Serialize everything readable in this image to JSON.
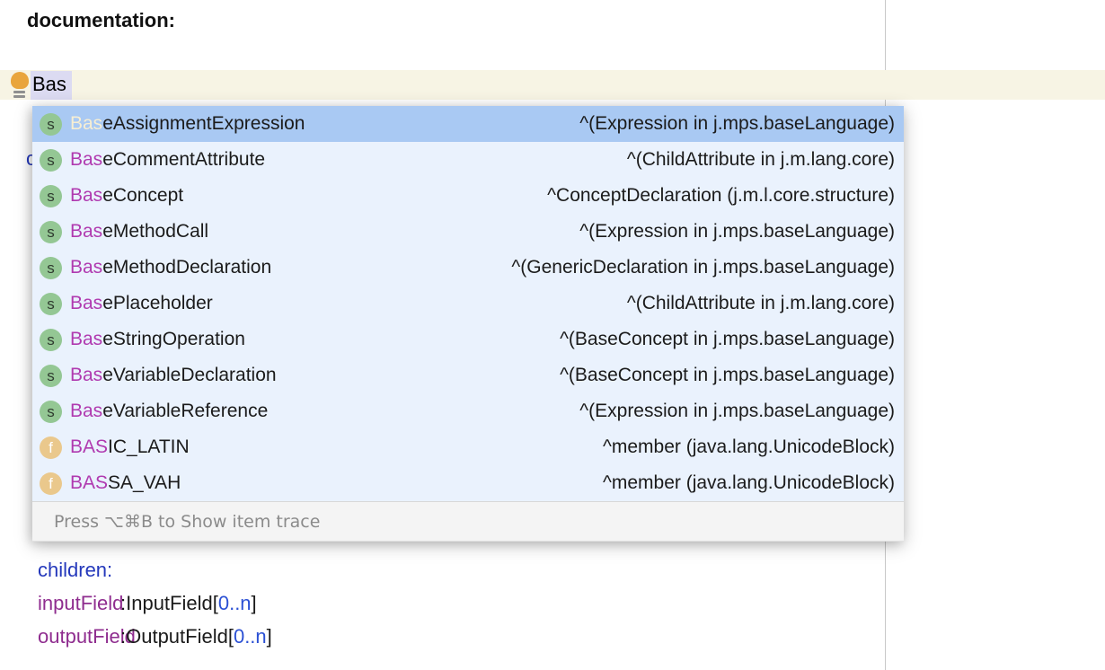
{
  "editor": {
    "documentation_label": "documentation:",
    "typed_text": "Bas",
    "partially_hidden_text": "c",
    "children_label": "children:",
    "fields": [
      {
        "name": "inputField",
        "sep": ":InputField[",
        "cardinality": "0..n",
        "close": "]"
      },
      {
        "name": "outputField",
        "sep": ":OutputField[",
        "cardinality": "0..n",
        "close": "]"
      }
    ]
  },
  "completion": {
    "items": [
      {
        "icon_letter": "s",
        "match": "Bas",
        "rest": "eAssignmentExpression",
        "description": "^(Expression in j.mps.baseLanguage)",
        "selected": true
      },
      {
        "icon_letter": "s",
        "match": "Bas",
        "rest": "eCommentAttribute",
        "description": "^(ChildAttribute in j.m.lang.core)",
        "selected": false
      },
      {
        "icon_letter": "s",
        "match": "Bas",
        "rest": "eConcept",
        "description": "^ConceptDeclaration (j.m.l.core.structure)",
        "selected": false
      },
      {
        "icon_letter": "s",
        "match": "Bas",
        "rest": "eMethodCall",
        "description": "^(Expression in j.mps.baseLanguage)",
        "selected": false
      },
      {
        "icon_letter": "s",
        "match": "Bas",
        "rest": "eMethodDeclaration",
        "description": "^(GenericDeclaration in j.mps.baseLanguage)",
        "selected": false
      },
      {
        "icon_letter": "s",
        "match": "Bas",
        "rest": "ePlaceholder",
        "description": "^(ChildAttribute in j.m.lang.core)",
        "selected": false
      },
      {
        "icon_letter": "s",
        "match": "Bas",
        "rest": "eStringOperation",
        "description": "^(BaseConcept in j.mps.baseLanguage)",
        "selected": false
      },
      {
        "icon_letter": "s",
        "match": "Bas",
        "rest": "eVariableDeclaration",
        "description": "^(BaseConcept in j.mps.baseLanguage)",
        "selected": false
      },
      {
        "icon_letter": "s",
        "match": "Bas",
        "rest": "eVariableReference",
        "description": "^(Expression in j.mps.baseLanguage)",
        "selected": false
      },
      {
        "icon_letter": "f",
        "match": "BAS",
        "rest": "IC_LATIN",
        "description": "^member (java.lang.UnicodeBlock)",
        "selected": false
      },
      {
        "icon_letter": "f",
        "match": "BAS",
        "rest": "SA_VAH",
        "description": "^member (java.lang.UnicodeBlock)",
        "selected": false
      }
    ],
    "footer_hint": "Press ⌥⌘B to Show item trace"
  },
  "colors": {
    "selected_row": "#a9c9f3",
    "popup_background": "#eaf2fd",
    "match_prefix": "#b03ab0",
    "match_prefix_selected": "#f7eed3",
    "concept_icon_background": "#94c794",
    "field_icon_background": "#eac88c",
    "current_line_highlight": "#f7f4e4",
    "typed_selection": "#dcdbf2",
    "keyword_blue": "#2438bb",
    "cardinality_blue": "#2b50d4",
    "link_purple": "#8f2d8f"
  }
}
